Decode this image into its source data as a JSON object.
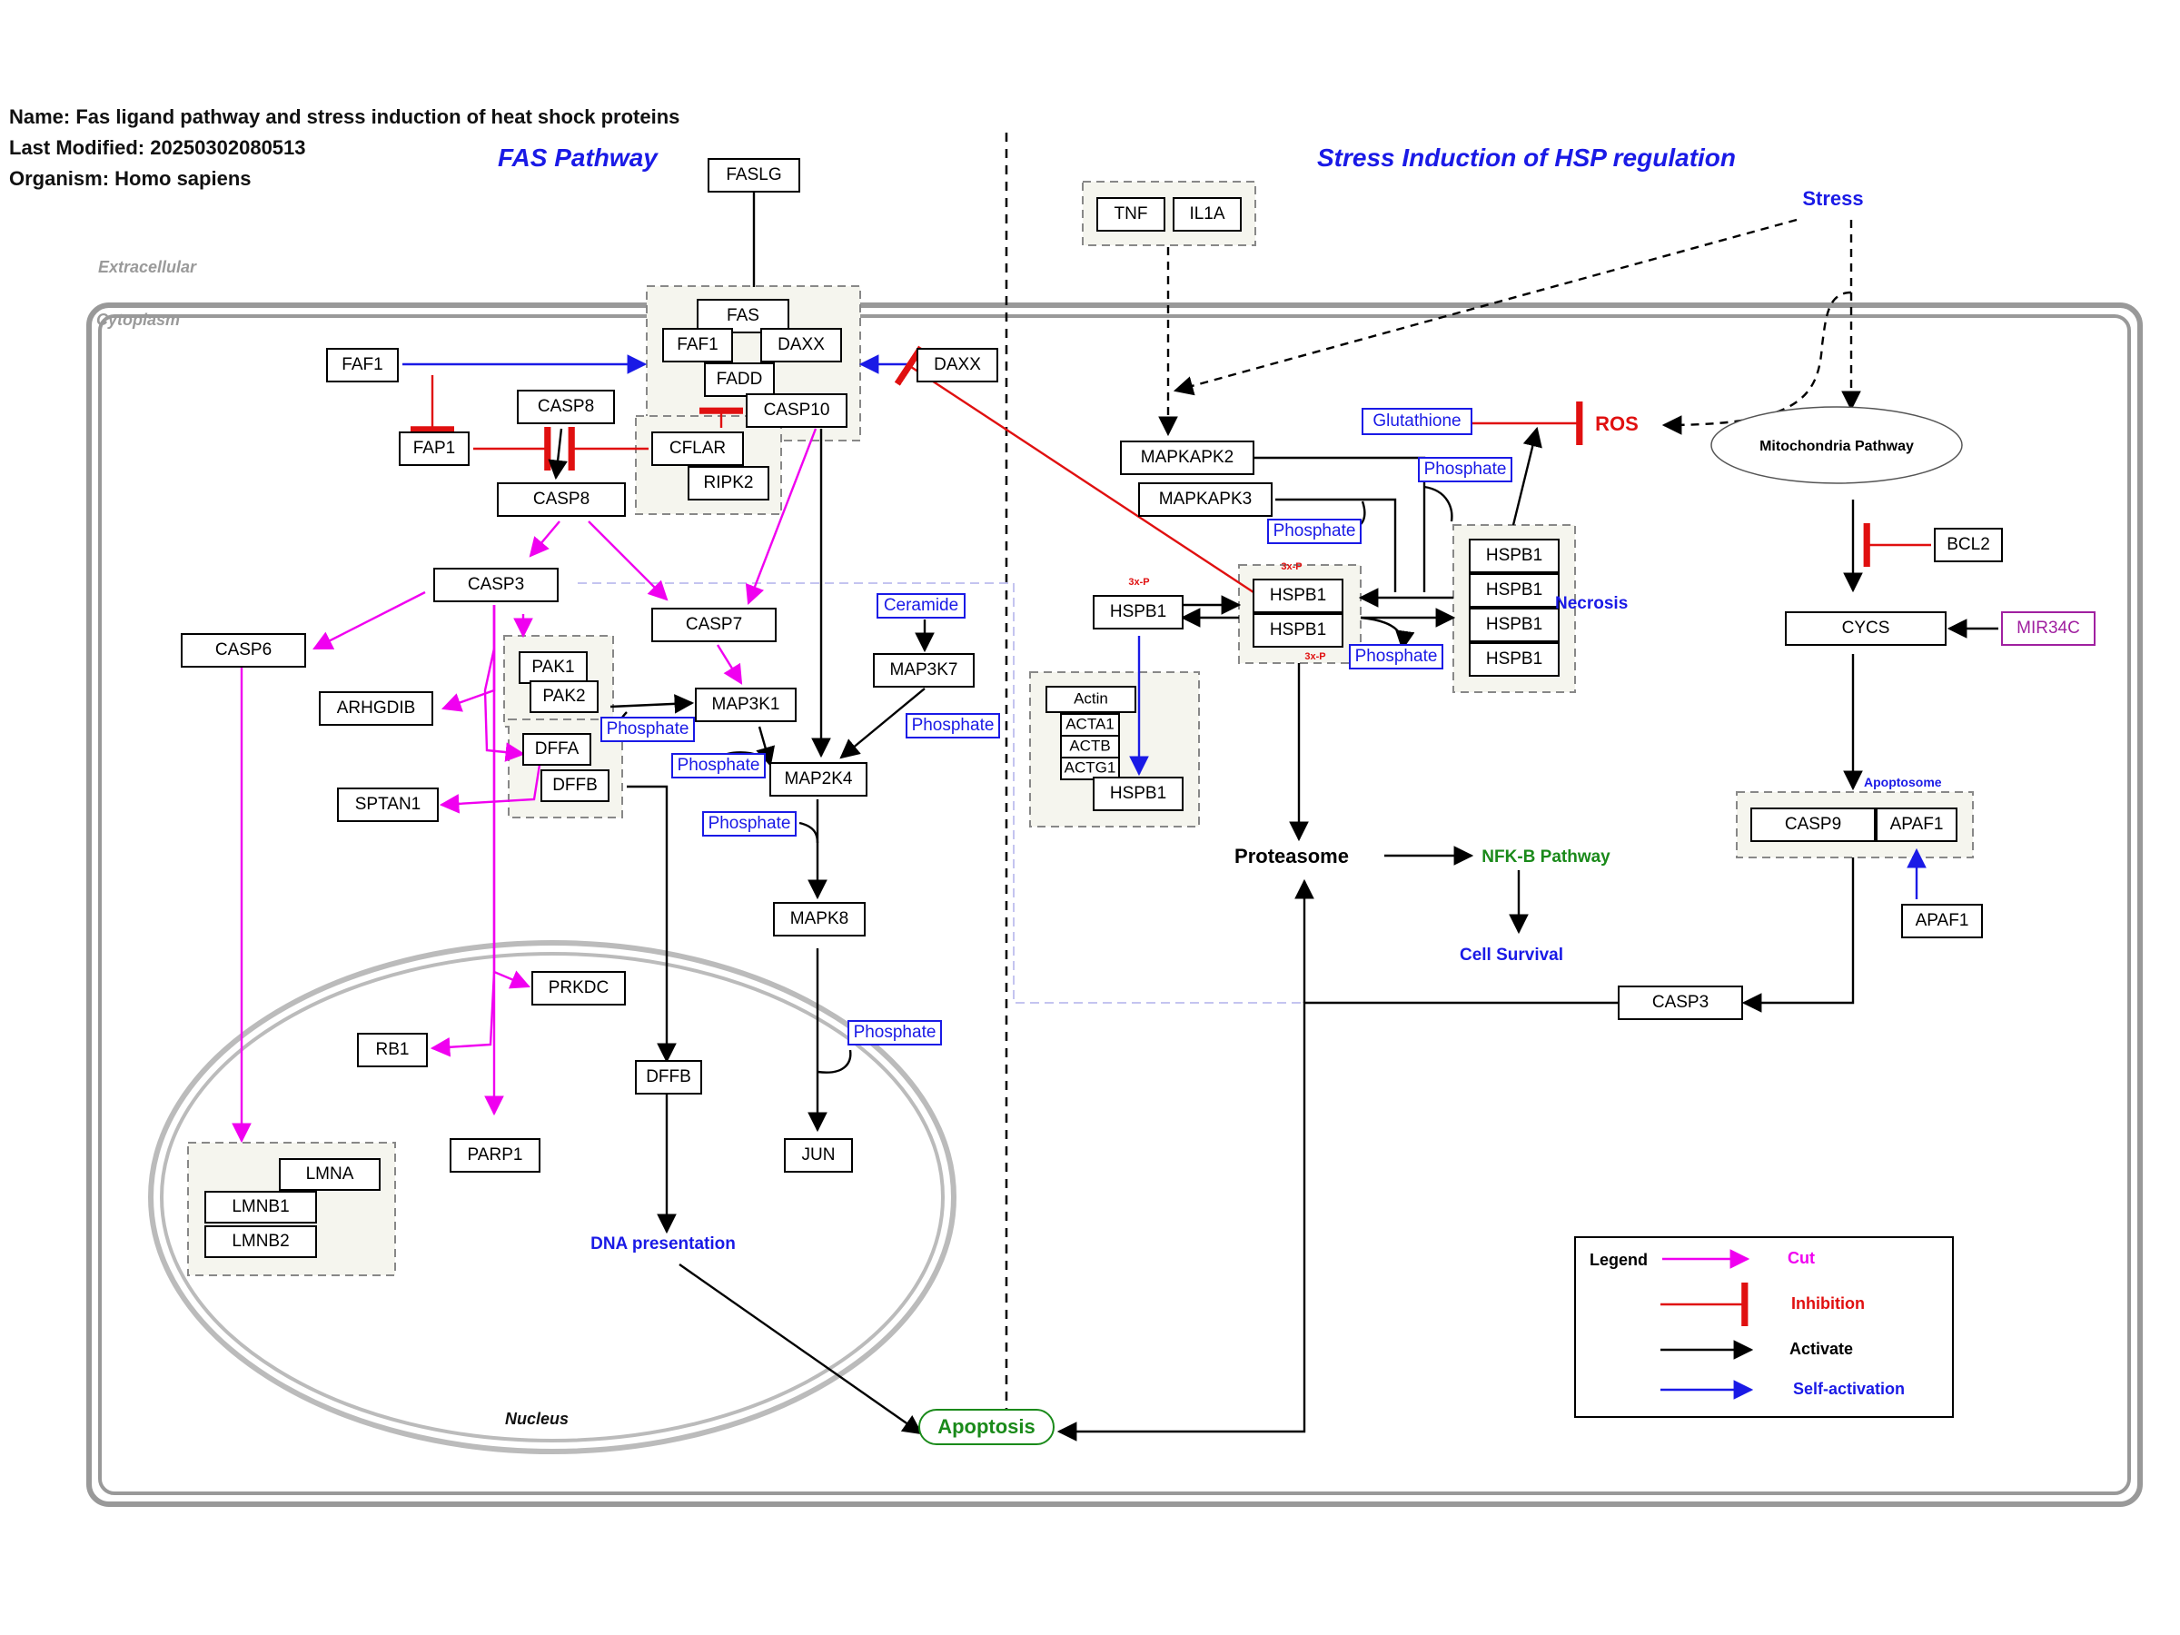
{
  "meta": {
    "name": "Name: Fas ligand pathway and stress induction of heat shock proteins",
    "modified": "Last Modified: 20250302080513",
    "organism": "Organism: Homo sapiens"
  },
  "sections": {
    "fas": "FAS Pathway",
    "hsp": "Stress Induction of HSP regulation"
  },
  "compartments": {
    "extracellular": "Extracellular",
    "cytoplasm": "Cytoplasm",
    "nucleus": "Nucleus"
  },
  "nodes": {
    "faslg": "FASLG",
    "fas": "FAS",
    "faf1_c": "FAF1",
    "daxx_c": "DAXX",
    "fadd": "FADD",
    "casp10": "CASP10",
    "cflar": "CFLAR",
    "ripk2": "RIPK2",
    "faf1": "FAF1",
    "fap1": "FAP1",
    "casp8_a": "CASP8",
    "casp8_b": "CASP8",
    "daxx": "DAXX",
    "casp3": "CASP3",
    "casp6": "CASP6",
    "casp7": "CASP7",
    "arhgdib": "ARHGDIB",
    "pak1": "PAK1",
    "pak2": "PAK2",
    "dffa": "DFFA",
    "dffb": "DFFB",
    "sptan1": "SPTAN1",
    "map3k1": "MAP3K1",
    "map3k7": "MAP3K7",
    "map2k4": "MAP2K4",
    "mapk8": "MAPK8",
    "prkdc": "PRKDC",
    "rb1": "RB1",
    "dffb_n": "DFFB",
    "parp1": "PARP1",
    "jun": "JUN",
    "lmna": "LMNA",
    "lmnb1": "LMNB1",
    "lmnb2": "LMNB2",
    "tnf": "TNF",
    "il1a": "IL1A",
    "mapkapk2": "MAPKAPK2",
    "mapkapk3": "MAPKAPK3",
    "hspb1_l": "HSPB1",
    "hspb1_c1": "HSPB1",
    "hspb1_c2": "HSPB1",
    "hspb1_r1": "HSPB1",
    "hspb1_r2": "HSPB1",
    "hspb1_r3": "HSPB1",
    "hspb1_r4": "HSPB1",
    "actin": "Actin",
    "acta1": "ACTA1",
    "actb": "ACTB",
    "actg1": "ACTG1",
    "hspb1_a": "HSPB1",
    "bcl2": "BCL2",
    "cycs": "CYCS",
    "mir34c": "MIR34C",
    "casp9": "CASP9",
    "apaf1_c": "APAF1",
    "apaf1": "APAF1",
    "casp3_r": "CASP3"
  },
  "metabolites": {
    "ceramide": "Ceramide",
    "glutathione": "Glutathione",
    "phosphate": "Phosphate"
  },
  "labels": {
    "stress": "Stress",
    "ros": "ROS",
    "mito": "Mitochondria Pathway",
    "necrosis": "Necrosis",
    "apoptosome": "Apoptosome",
    "proteasome": "Proteasome",
    "nfkb": "NFK-B Pathway",
    "survival": "Cell Survival",
    "dna": "DNA presentation",
    "apoptosis": "Apoptosis",
    "three_p": "3x-P"
  },
  "legend": {
    "title": "Legend",
    "cut": "Cut",
    "inhibition": "Inhibition",
    "activate": "Activate",
    "self": "Self-activation"
  },
  "colors": {
    "cut": "#f000f0",
    "inhibition": "#e01010",
    "activate": "#000000",
    "self_activation": "#1a1ae6",
    "pathway_label": "#1a1ae6",
    "survival_green": "#1a8a1a",
    "mirna": "#a020a0"
  }
}
